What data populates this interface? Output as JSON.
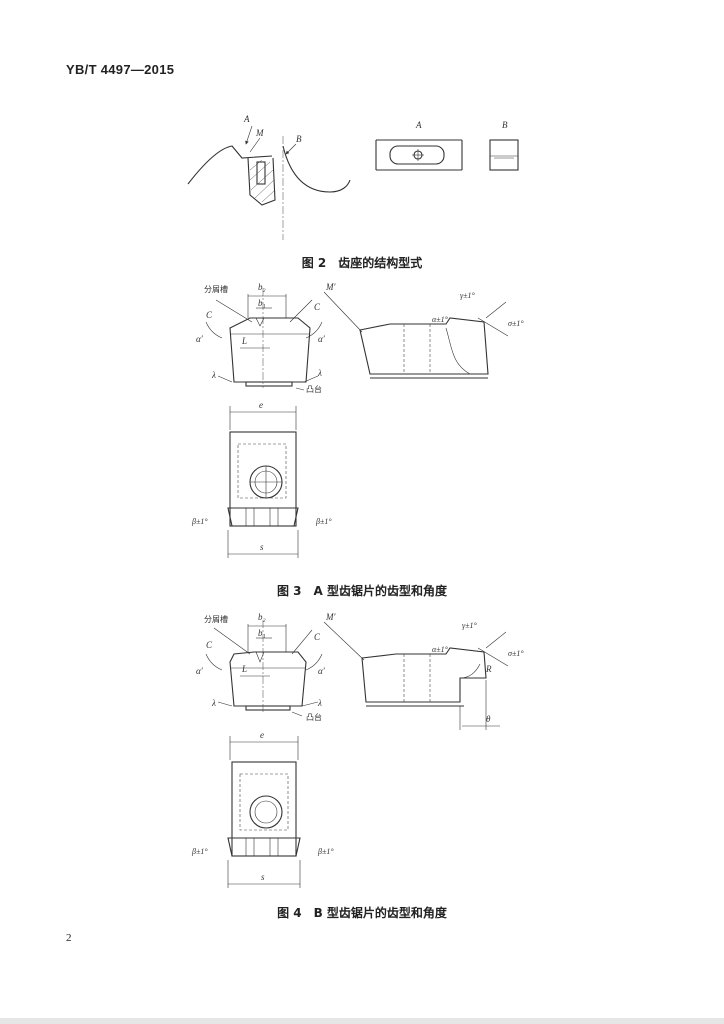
{
  "header": {
    "standard_code": "YB/T 4497—2015"
  },
  "figure2": {
    "caption": "图 2　齿座的结构型式",
    "labels": {
      "a": "A",
      "m": "M",
      "b": "B",
      "view_a": "A",
      "view_b": "B"
    }
  },
  "figure3": {
    "caption": "图 3　A 型齿锯片的齿型和角度",
    "labels": {
      "chip_groove": "分屑槽",
      "b2": "b₂",
      "b1": "b₁",
      "c": "C",
      "alpha_prime": "α′",
      "l": "L",
      "lambda": "λ",
      "boss": "凸台",
      "m_prime": "M′",
      "gamma_tol": "γ±1°",
      "alpha_tol": "α±1°",
      "sigma_tol": "σ±1°",
      "e": "e",
      "beta_tol": "β±1°",
      "s": "s"
    }
  },
  "figure4": {
    "caption": "图 4　B 型齿锯片的齿型和角度",
    "labels": {
      "chip_groove": "分屑槽",
      "b2": "b₂",
      "b1": "b₁",
      "c": "C",
      "alpha_prime": "α′",
      "l": "L",
      "lambda": "λ",
      "boss": "凸台",
      "m_prime": "M′",
      "gamma_tol": "γ±1°",
      "alpha_tol": "α±1°",
      "sigma_tol": "σ±1°",
      "r": "R",
      "theta": "θ",
      "e": "e",
      "beta_tol": "β±1°",
      "s": "s"
    }
  },
  "footer": {
    "page_number": "2"
  }
}
